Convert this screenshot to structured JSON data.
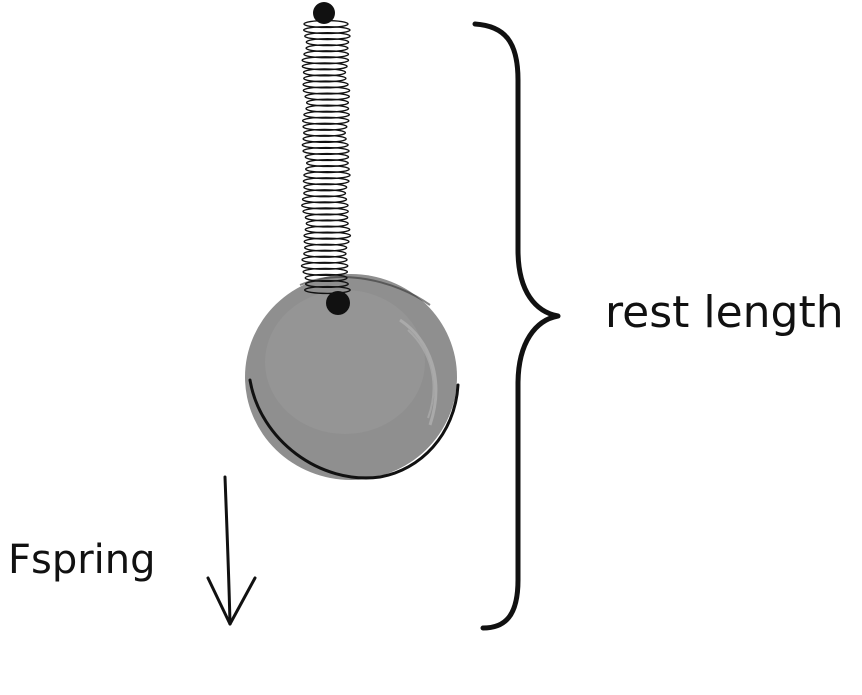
{
  "diagram": {
    "label_rest_length": "rest length",
    "label_force": "Fspring",
    "elements": {
      "anchor": "anchor-point",
      "spring": "coil-spring",
      "bob": "weight-ball",
      "attachment": "attachment-point",
      "brace": "curly-brace",
      "force": "down-arrow-icon"
    },
    "colors": {
      "ink": "#111111",
      "bob_fill": "#8f8f8f",
      "bob_shade": "#a6a6a6"
    }
  }
}
